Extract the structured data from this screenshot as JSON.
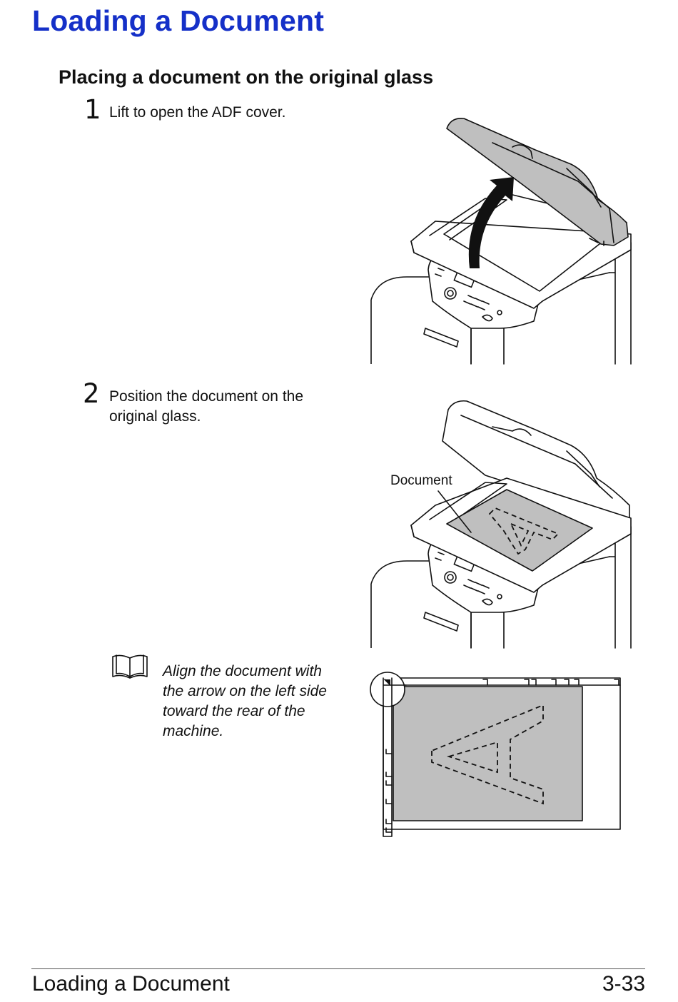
{
  "header": {
    "title": "Loading a Document"
  },
  "section": {
    "title": "Placing a document on the original glass"
  },
  "steps": [
    {
      "number": "1",
      "text": "Lift to open the ADF cover."
    },
    {
      "number": "2",
      "text_line1": "Position the document on the",
      "text_line2": "original glass."
    }
  ],
  "figure2": {
    "callout_label": "Document"
  },
  "note": {
    "icon": "book-icon",
    "lines": [
      "Align the document with",
      "the arrow on the left side",
      "toward the rear of the",
      "machine."
    ]
  },
  "footer": {
    "left": "Loading a Document",
    "right": "3-33"
  }
}
